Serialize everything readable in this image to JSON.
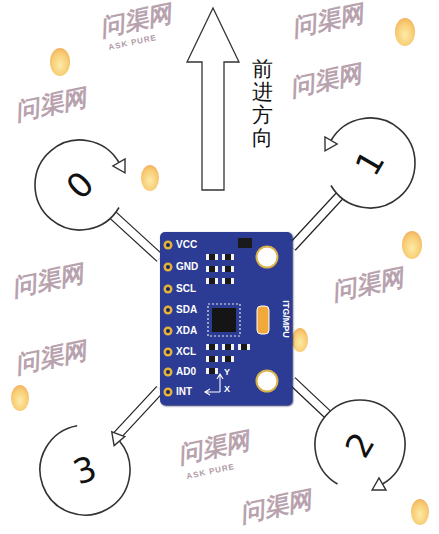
{
  "diagram": {
    "nodes": [
      {
        "text": [
          "0"
        ]
      },
      {
        "text": [
          "1"
        ]
      },
      {
        "text": [
          "VCC",
          "GND",
          "SCL",
          "SDA",
          "XDA",
          "XCL",
          "AD0",
          "INT",
          "ITG/MPU",
          "Y",
          "X"
        ]
      },
      {
        "text": [
          "3"
        ]
      },
      {
        "text": [
          "2"
        ]
      }
    ],
    "edges": [
      {
        "from": 2,
        "to": 0,
        "arrow": "none"
      },
      {
        "from": 2,
        "to": 1,
        "arrow": "none"
      },
      {
        "from": 2,
        "to": 3,
        "arrow": "none"
      },
      {
        "from": 2,
        "to": 4,
        "arrow": "none"
      }
    ],
    "labels": [
      "前进方向",
      "问渠网",
      "问渠网",
      "问渠网",
      "问渠网",
      "问渠网",
      "问渠网",
      "问渠网",
      "问渠网",
      "问渠网",
      "ASK PURE",
      "ASK PURE"
    ]
  }
}
